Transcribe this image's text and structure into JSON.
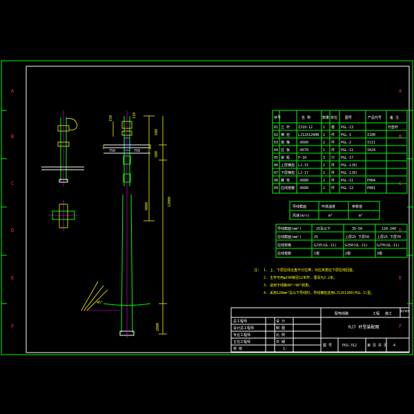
{
  "zone_letters_left": [
    "A",
    "B",
    "C",
    "D",
    "E",
    "F"
  ],
  "zone_letters_right": [
    "A",
    "B",
    "C",
    "D",
    "E",
    "F"
  ],
  "dimensions": {
    "pole_top_a": "150",
    "pole_top_b": "110",
    "crossarm_left": "750",
    "crossarm_right": "750",
    "upper_a": "600",
    "upper_b": "600",
    "total": "12000",
    "middle": "9000",
    "bottom": "2000",
    "angle": "45°"
  },
  "bom": {
    "headers": [
      "序号",
      "名  称",
      "数量",
      "单位",
      "图号",
      "产品代号",
      "备  注"
    ],
    "rows": [
      [
        "01",
        "立  杆",
        "ZJ10-12",
        "1",
        "根",
        "PGL-13",
        "",
        "代替杆"
      ],
      [
        "02",
        "横  担",
        "LJ12X1200N",
        "2",
        "件",
        "PGL-1",
        "I100",
        ""
      ],
      [
        "03",
        "抱  箍",
        "-8X60",
        "2",
        "件",
        "PGL-2",
        "I111",
        ""
      ],
      [
        "04",
        "拉  板",
        "-8X70",
        "1",
        "件",
        "PGL-11",
        "I024",
        ""
      ],
      [
        "05",
        "瓷 瓶",
        "P-10",
        "3",
        "只",
        "PGL-17",
        "",
        ""
      ],
      [
        "06",
        "上层横担",
        "LJ-15",
        "2",
        "件",
        "PGL-1(B)",
        "",
        ""
      ],
      [
        "07",
        "下层横担",
        "LJ-17",
        "2",
        "件",
        "PGL-1(B)",
        "",
        ""
      ],
      [
        "08",
        "螺  栓",
        "-8X80",
        "2",
        "件",
        "PGL-11",
        "P084",
        ""
      ],
      [
        "09",
        "拉线抱箍",
        "-8X80",
        "2",
        "件",
        "PGL-13",
        "P081",
        ""
      ]
    ]
  },
  "table2": {
    "row1": [
      "导线截面",
      "环境温度",
      "参数值"
    ],
    "row2": [
      "风速(m/s)",
      "m²",
      "m²"
    ]
  },
  "table3": {
    "headers": [
      "导线截面(mm²)",
      "25及以下",
      "35-50",
      "120-240"
    ],
    "rows": [
      [
        "拉线截面(mm²)",
        "25",
        "上层25  下层50",
        "上层25  下层70"
      ],
      [
        "拉线规格",
        "GJ35(GL-11)",
        "GJ50(GL-11)",
        "GJ70(GL-11)"
      ],
      [
        "拉线根数",
        "1根",
        "2根",
        "3根"
      ]
    ]
  },
  "notes": {
    "label": "注:",
    "items": [
      "1. 上、下层拉线合盘不分拉棒，对应夹角拉下层拉线回首。",
      "2. 主杆可用φ190稍径12米杆，埋深为2.2米。",
      "3. 适用于线路40°~90°转角。",
      "4. 采用120mm²及以下导线时，导线横担选用LJ12X1200(PGL-1)型。"
    ]
  },
  "title_block": {
    "project": "配电线路",
    "stage_label": "工程",
    "stage": "施工",
    "phase": "设计阶段",
    "drawing_title": "RJ7 杆型装配图",
    "left_labels": [
      "总工程师",
      "设计总工程师",
      "专业工程师",
      "主任工程师",
      "校  核"
    ],
    "mid_labels": [
      "设  计",
      "制  图",
      "比  例",
      "日  期"
    ],
    "drawing_no_label": "图  号",
    "drawing_no": "PGS-312",
    "sheet_label": "第 页 共 页",
    "sheet_no": "4",
    "scale_value": "1:"
  }
}
